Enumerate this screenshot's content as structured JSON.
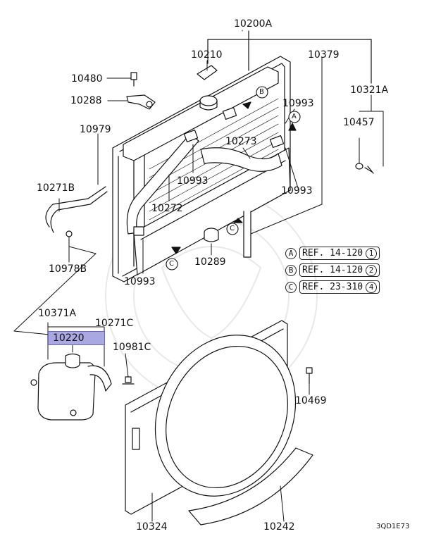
{
  "diagram": {
    "part_labels": {
      "p10200A": "10200A",
      "p10210": "10210",
      "p10379": "10379",
      "p10480": "10480",
      "p10288": "10288",
      "p10321A": "10321A",
      "p10993_a": "10993",
      "p10979": "10979",
      "p10457": "10457",
      "p10273": "10273",
      "p10993_b": "10993",
      "p10993_c": "10993",
      "p10271B": "10271B",
      "p10272": "10272",
      "p10289": "10289",
      "p10978B": "10978B",
      "p10993_d": "10993",
      "p10371A": "10371A",
      "p10271C": "10271C",
      "p10220": "10220",
      "p10981C": "10981C",
      "p10469": "10469",
      "p10324": "10324",
      "p10242": "10242"
    },
    "callouts": {
      "A": "A",
      "B": "B",
      "C": "C"
    },
    "references": [
      {
        "letter": "A",
        "text": "REF. 14-120",
        "num": "1"
      },
      {
        "letter": "B",
        "text": "REF. 14-120",
        "num": "2"
      },
      {
        "letter": "C",
        "text": "REF. 23-310",
        "num": "4"
      }
    ],
    "diagram_code": "3QD1E73",
    "highlight_color": "#a9a8e0"
  }
}
